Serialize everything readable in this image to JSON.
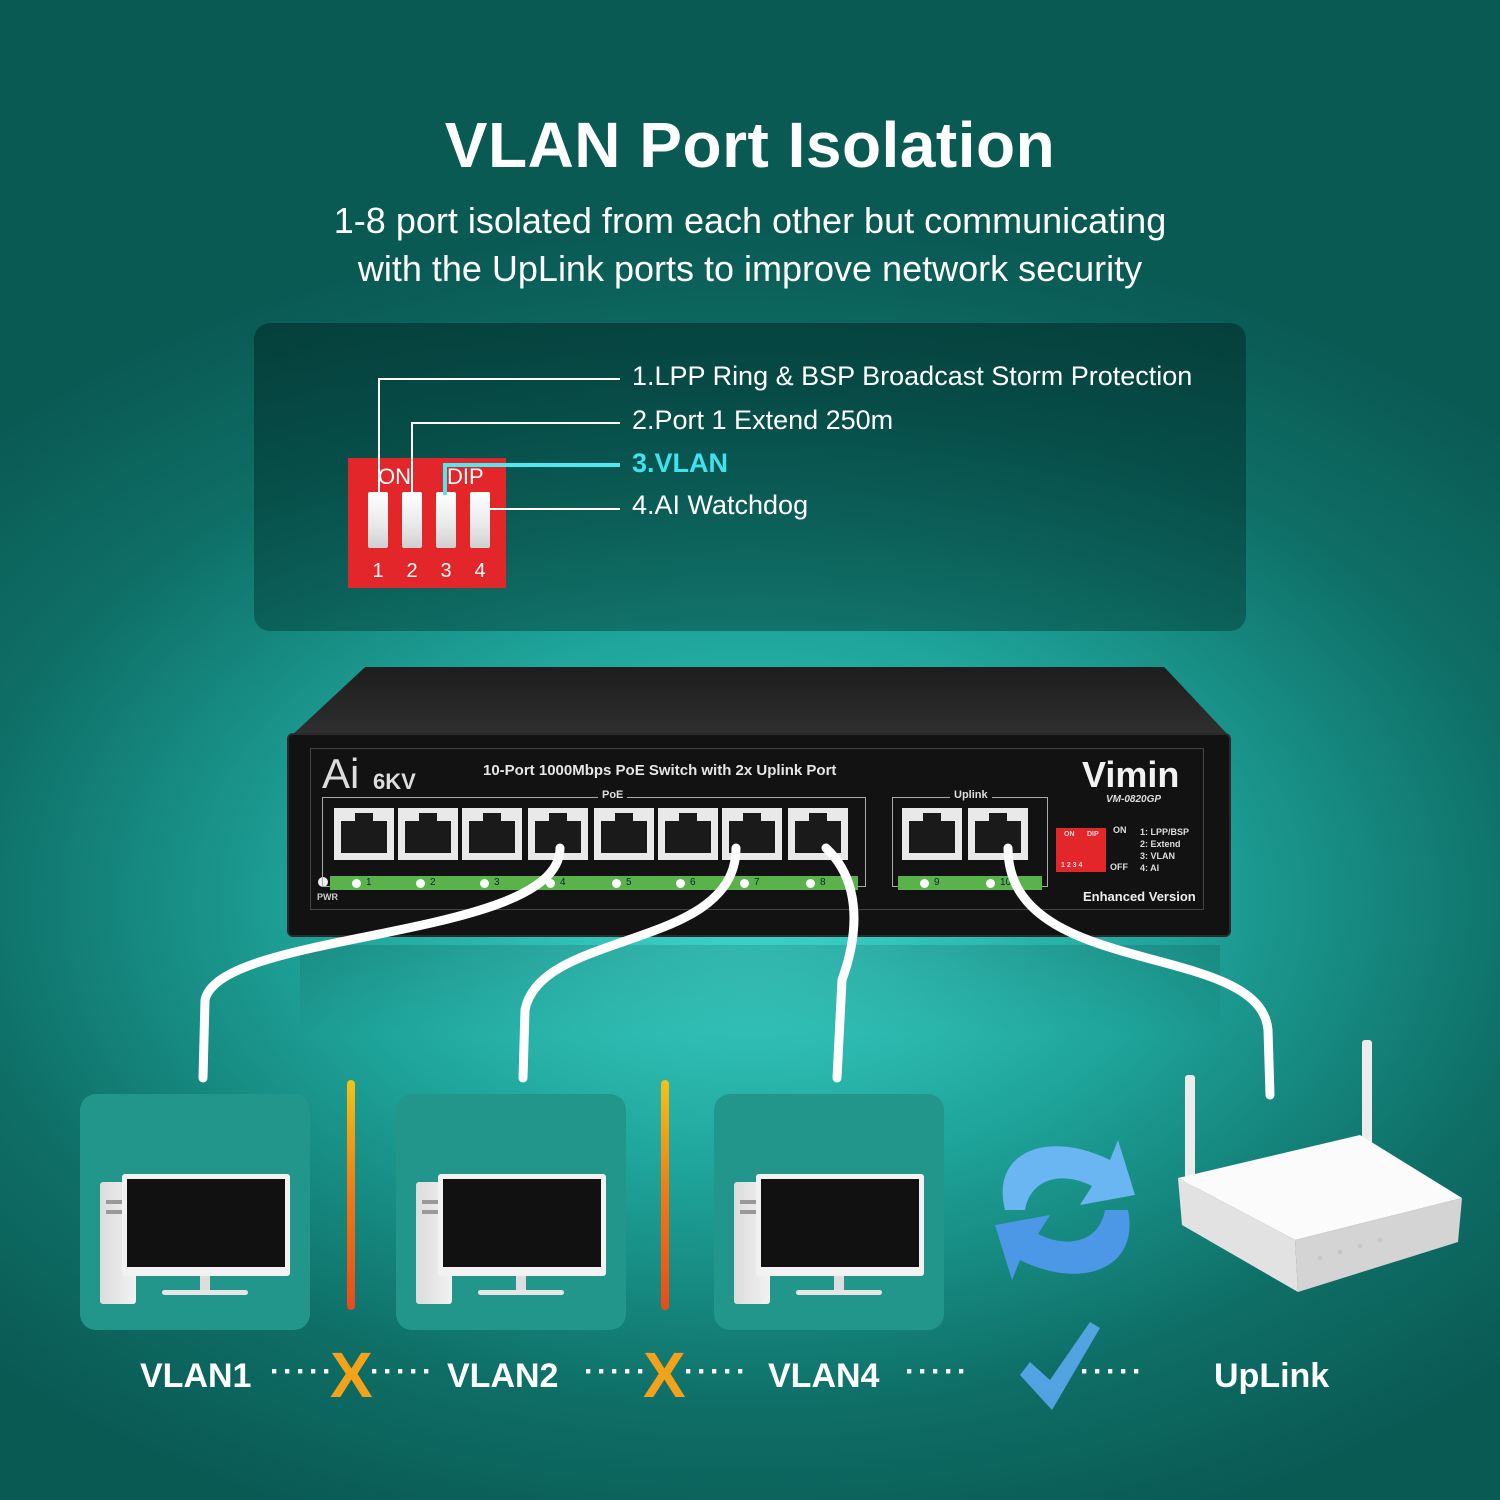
{
  "header": {
    "title": "VLAN Port Isolation",
    "subtitle_line1": "1-8 port isolated from each other but communicating",
    "subtitle_line2": "with the UpLink ports to improve network security"
  },
  "dip_panel": {
    "on_label": "ON",
    "dip_label": "DIP",
    "switch_numbers": [
      "1",
      "2",
      "3",
      "4"
    ],
    "options": [
      "1.LPP Ring & BSP Broadcast Storm Protection",
      "2.Port 1 Extend 250m",
      "3.VLAN",
      "4.AI Watchdog"
    ],
    "highlight_color": "#3fe3ef"
  },
  "switch": {
    "brand_ai": "Ai",
    "brand_kv": "6KV",
    "product_title": "10-Port 1000Mbps PoE Switch with 2x Uplink Port",
    "poe_label": "PoE",
    "uplink_label": "Uplink",
    "brand": "Vimin",
    "model": "VM-0820GP",
    "pwr_label": "PWR",
    "port_numbers": [
      "1",
      "2",
      "3",
      "4",
      "5",
      "6",
      "7",
      "8",
      "9",
      "10"
    ],
    "mini_dip": {
      "on": "ON",
      "dip": "DIP",
      "nums": "1 2 3 4",
      "on_off_on": "ON",
      "on_off_off": "OFF",
      "legend": [
        "1: LPP/BSP",
        "2: Extend",
        "3: VLAN",
        "4: AI"
      ]
    },
    "enhanced": "Enhanced Version"
  },
  "bottom": {
    "labels": [
      "VLAN1",
      "VLAN2",
      "VLAN4",
      "UpLink"
    ],
    "dots": "·····",
    "blocked_mark": "X",
    "accent_orange": "#f4a21a",
    "check_color": "#5aa8f0"
  }
}
